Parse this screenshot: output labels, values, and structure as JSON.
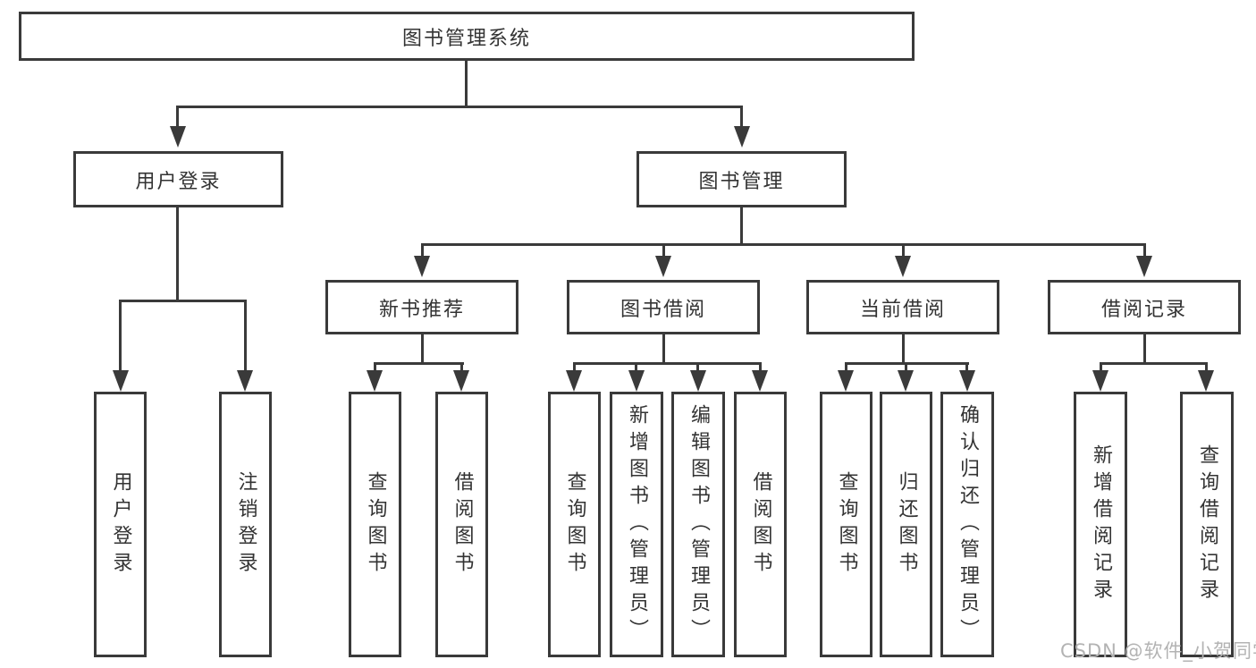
{
  "page": {
    "type": "hierarchy-diagram",
    "title": "图书管理系统"
  },
  "colors": {
    "line": "#3a3a3a",
    "text": "#333333",
    "box_background": "#ffffff",
    "page_background": "#ffffff",
    "watermark": "#b3b3b3"
  },
  "tree": {
    "root": {
      "label": "图书管理系统"
    },
    "branches": [
      {
        "label": "用户登录",
        "children": [
          {
            "label": "用户登录"
          },
          {
            "label": "注销登录"
          }
        ]
      },
      {
        "label": "图书管理",
        "children": [
          {
            "label": "新书推荐",
            "children": [
              {
                "label": "查询图书"
              },
              {
                "label": "借阅图书"
              }
            ]
          },
          {
            "label": "图书借阅",
            "children": [
              {
                "label": "查询图书"
              },
              {
                "label": "新增图书（管理员）"
              },
              {
                "label": "编辑图书（管理员）"
              },
              {
                "label": "借阅图书"
              }
            ]
          },
          {
            "label": "当前借阅",
            "children": [
              {
                "label": "查询图书"
              },
              {
                "label": "归还图书"
              },
              {
                "label": "确认归还（管理员）"
              }
            ]
          },
          {
            "label": "借阅记录",
            "children": [
              {
                "label": "新增借阅记录"
              },
              {
                "label": "查询借阅记录"
              }
            ]
          }
        ]
      }
    ]
  },
  "watermark": {
    "text": "CSDN @软件_小贺同学"
  }
}
